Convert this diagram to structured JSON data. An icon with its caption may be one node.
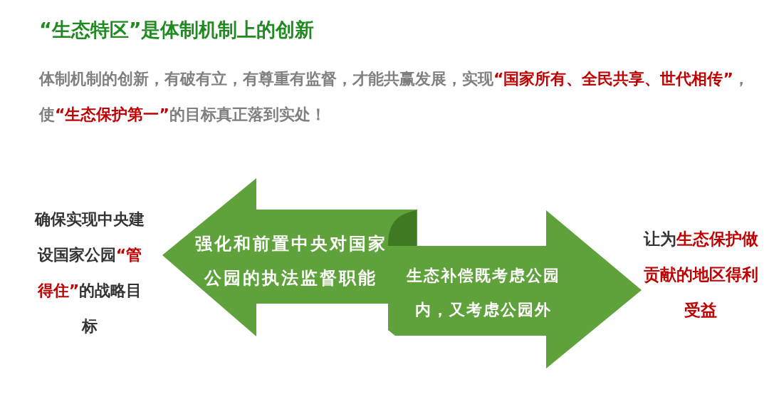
{
  "diagram": {
    "title": "“生态特区”是体制机制上的创新",
    "nodes": [
      {
        "text": [
          "强化和前置中央对国家公园的执法监督职能"
        ]
      },
      {
        "text": [
          "生态补偿既考虑公园内，又考虑公园外"
        ]
      }
    ],
    "labels": [
      "体制机制的创新，有破有立，有尊重有监督，才能共赢发展，实现",
      "“国家所有、全民共享、世代相传”",
      "，使",
      "“生态保护第一”",
      "的目标真正落到实处！",
      "确保实现中央建设国家公园",
      "“管得住”",
      "的战略目标",
      "让为",
      "生态保护做贡献的地区得利受益"
    ]
  }
}
